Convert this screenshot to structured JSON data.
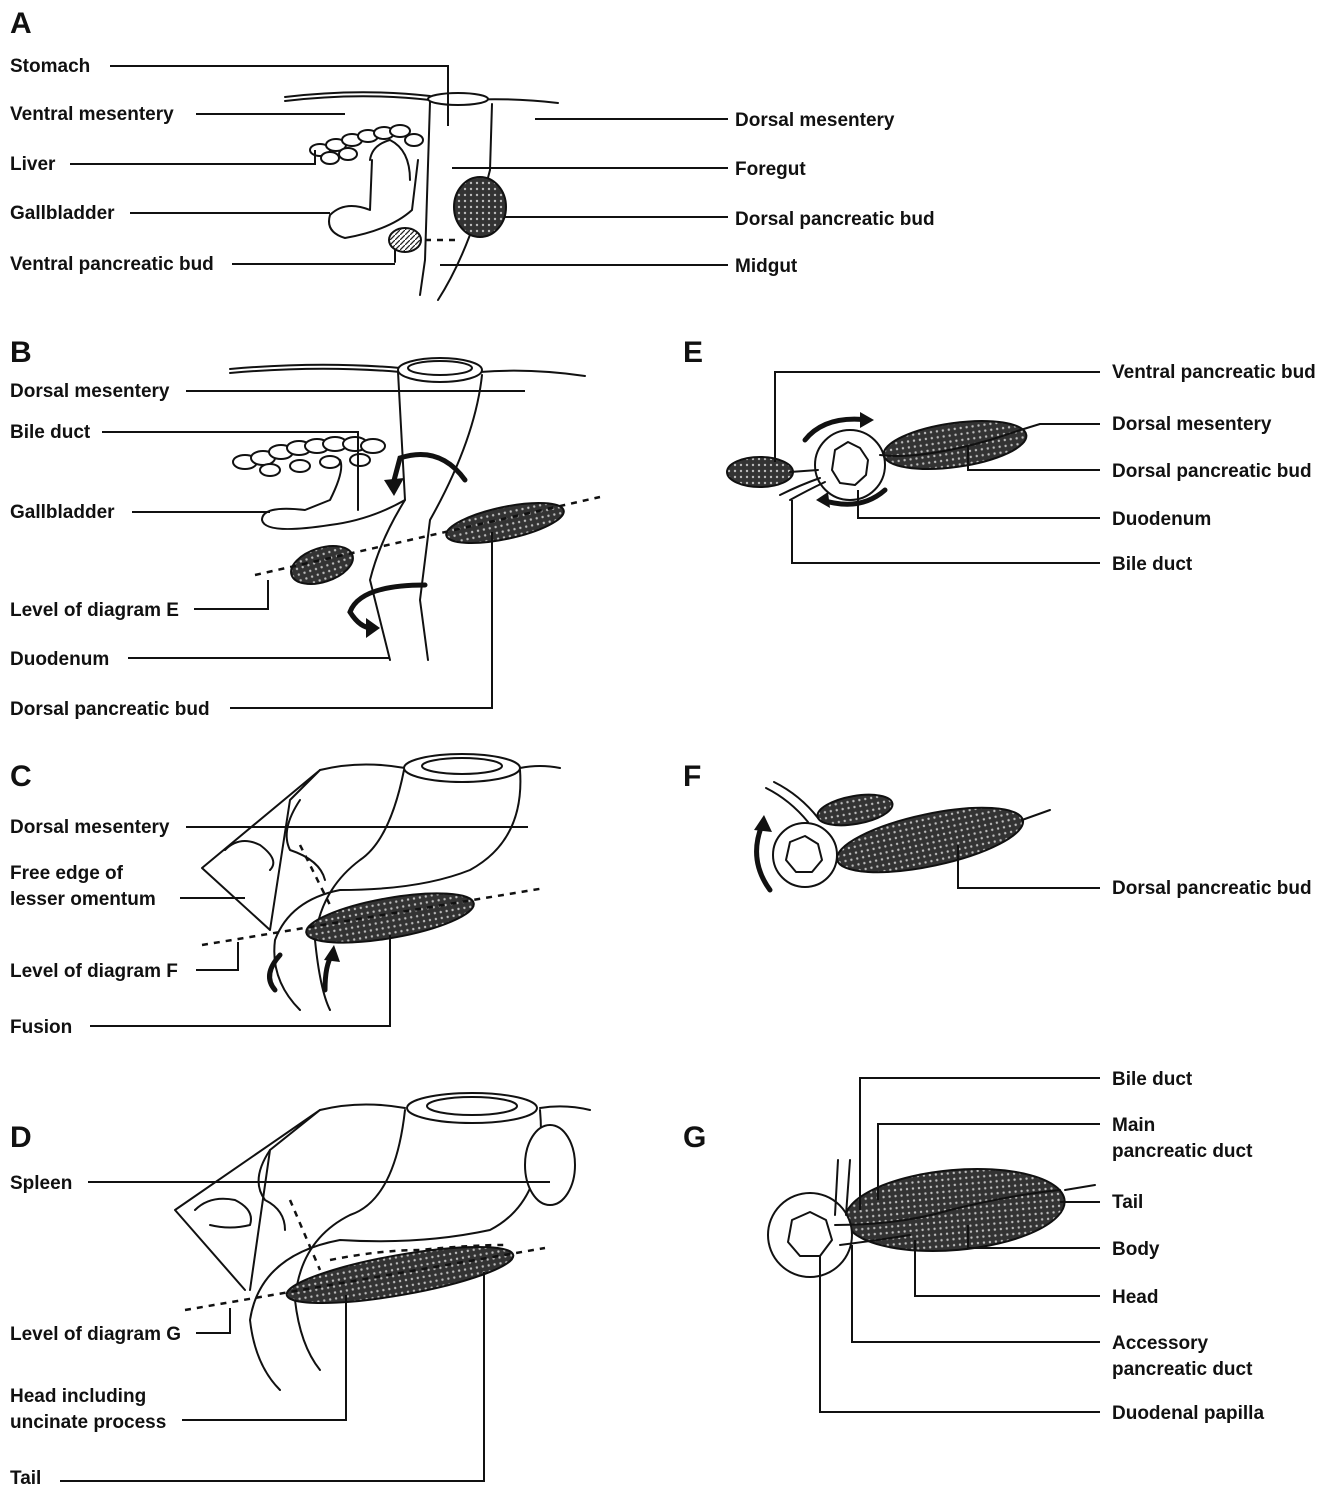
{
  "panels": [
    "A",
    "B",
    "C",
    "D",
    "E",
    "F",
    "G"
  ],
  "panel_a": {
    "stomach": "Stomach",
    "ventral_mesentery": "Ventral mesentery",
    "liver": "Liver",
    "gallbladder": "Gallbladder",
    "ventral_pancreatic_bud": "Ventral pancreatic bud",
    "dorsal_mesentery": "Dorsal mesentery",
    "foregut": "Foregut",
    "dorsal_pancreatic_bud": "Dorsal pancreatic bud",
    "midgut": "Midgut"
  },
  "panel_b": {
    "dorsal_mesentery": "Dorsal mesentery",
    "bile_duct": "Bile duct",
    "gallbladder": "Gallbladder",
    "level_of_diagram_e": "Level of diagram E",
    "duodenum": "Duodenum",
    "dorsal_pancreatic_bud": "Dorsal pancreatic bud"
  },
  "panel_c": {
    "dorsal_mesentery": "Dorsal mesentery",
    "free_edge_line1": "Free edge of",
    "free_edge_line2": "lesser omentum",
    "level_of_diagram_f": "Level of diagram F",
    "fusion": "Fusion"
  },
  "panel_d": {
    "spleen": "Spleen",
    "level_of_diagram_g": "Level of diagram G",
    "head_line1": "Head including",
    "head_line2": "uncinate process",
    "tail": "Tail"
  },
  "panel_e": {
    "ventral_pancreatic_bud": "Ventral pancreatic bud",
    "dorsal_mesentery": "Dorsal mesentery",
    "dorsal_pancreatic_bud": "Dorsal pancreatic bud",
    "duodenum": "Duodenum",
    "bile_duct": "Bile duct"
  },
  "panel_f": {
    "dorsal_pancreatic_bud": "Dorsal pancreatic bud"
  },
  "panel_g": {
    "bile_duct": "Bile duct",
    "main_duct_line1": "Main",
    "main_duct_line2": "pancreatic duct",
    "tail": "Tail",
    "body": "Body",
    "head": "Head",
    "accessory_line1": "Accessory",
    "accessory_line2": "pancreatic duct",
    "duodenal_papilla": "Duodenal papilla"
  }
}
